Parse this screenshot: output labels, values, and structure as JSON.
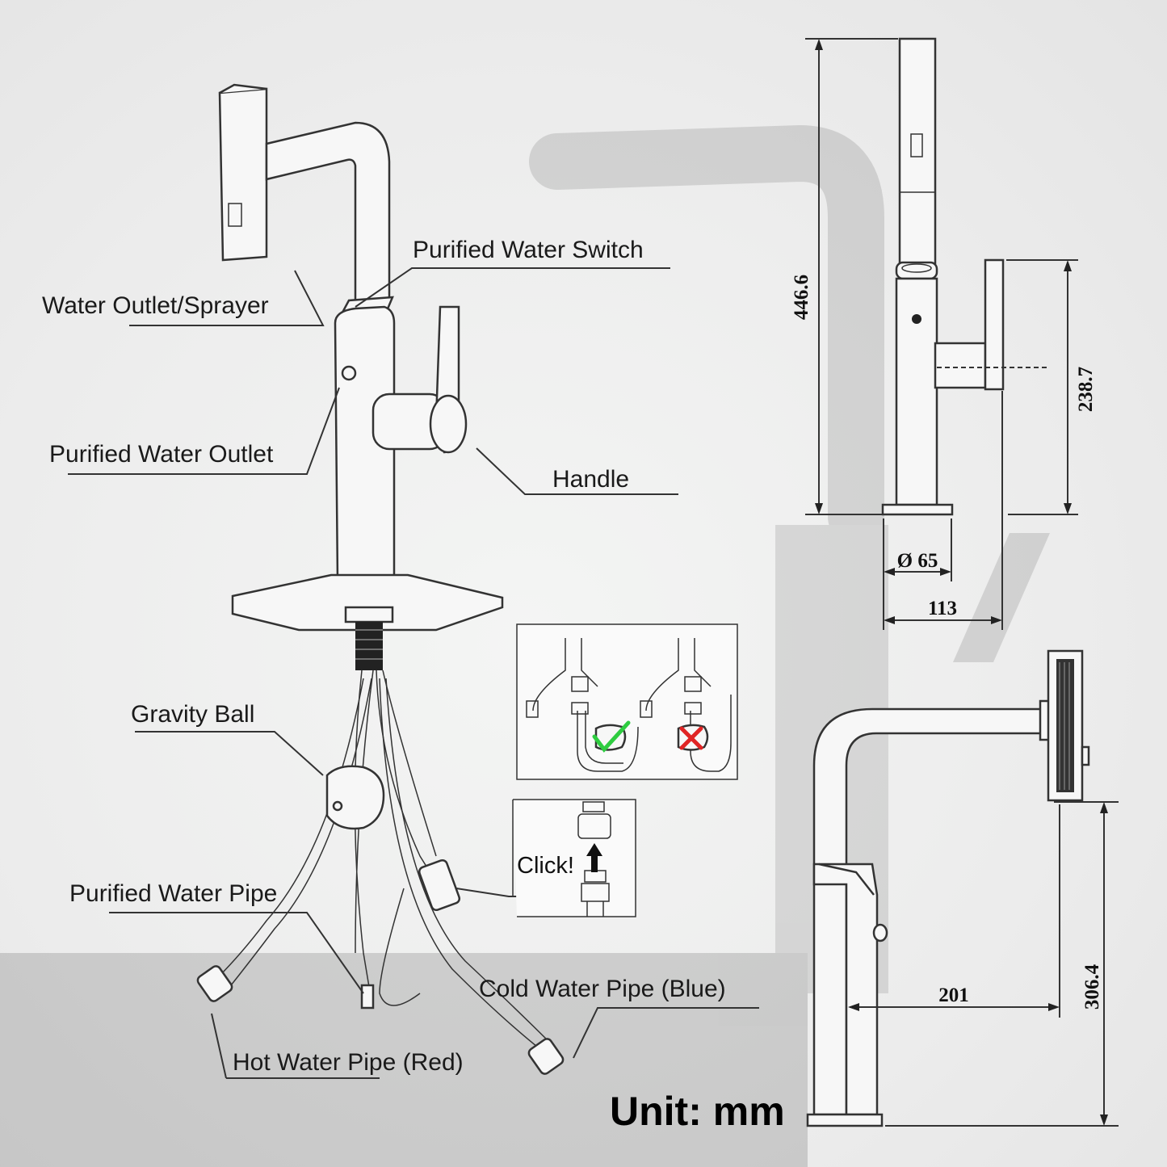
{
  "labels": {
    "water_outlet": "Water Outlet/Sprayer",
    "purified_switch": "Purified Water Switch",
    "purified_outlet": "Purified Water Outlet",
    "handle": "Handle",
    "gravity_ball": "Gravity Ball",
    "purified_pipe": "Purified Water Pipe",
    "cold_pipe": "Cold Water Pipe (Blue)",
    "hot_pipe": "Hot Water Pipe (Red)",
    "click": "Click!",
    "unit": "Unit: mm"
  },
  "dimensions": {
    "total_height": "446.6",
    "handle_height": "238.7",
    "base_diameter": "Ø 65",
    "depth": "113",
    "reach": "201",
    "spout_height": "306.4"
  },
  "colors": {
    "check": "#2ecc40",
    "cross": "#e02424",
    "line": "#333333"
  },
  "icons": {
    "check": "check-icon",
    "cross": "cross-icon",
    "arrow": "arrow-up-icon"
  }
}
